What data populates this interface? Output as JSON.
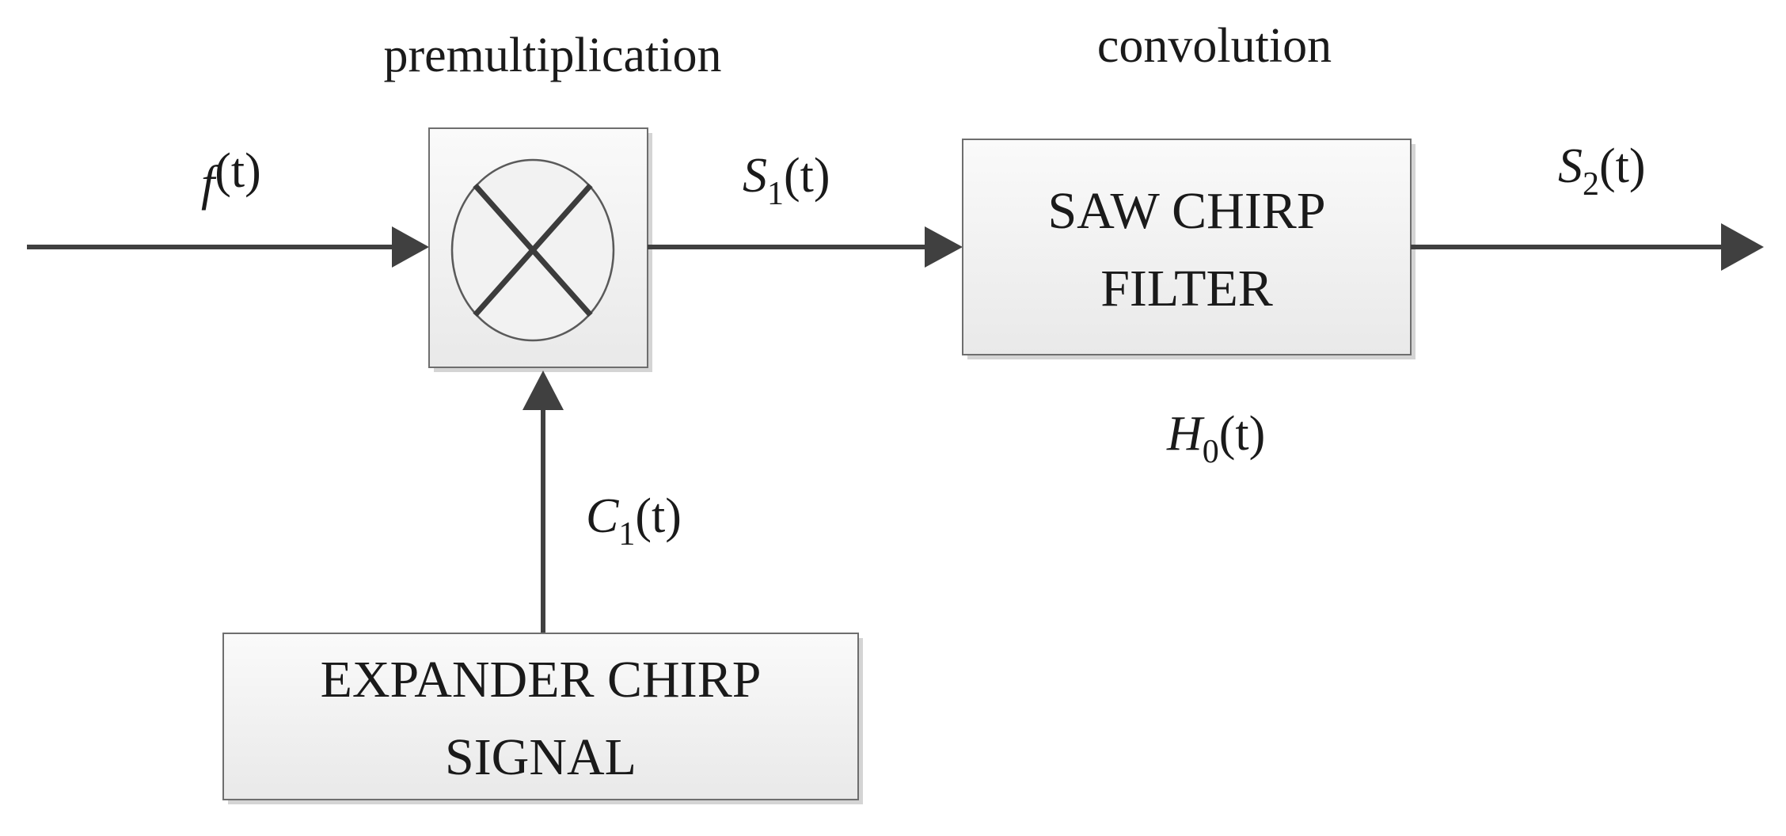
{
  "labels": {
    "premultiplication": "premultiplication",
    "convolution": "convolution"
  },
  "blocks": {
    "saw_filter": {
      "line1": "SAW CHIRP",
      "line2": "FILTER"
    },
    "expander": {
      "line1": "EXPANDER CHIRP",
      "line2": "SIGNAL"
    }
  },
  "signals": {
    "input": {
      "main": "f",
      "sub": "",
      "arg": "(t)"
    },
    "s1": {
      "main": "S",
      "sub": "1",
      "arg": "(t)"
    },
    "s2": {
      "main": "S",
      "sub": "2",
      "arg": "(t)"
    },
    "h0": {
      "main": "H",
      "sub": "0",
      "arg": "(t)"
    },
    "c1": {
      "main": "C",
      "sub": "1",
      "arg": "(t)"
    }
  },
  "colors": {
    "line": "#404040",
    "box_border": "#6e6e6e",
    "box_fill_top": "#fafafa",
    "box_fill_bottom": "#e9e9e9"
  }
}
